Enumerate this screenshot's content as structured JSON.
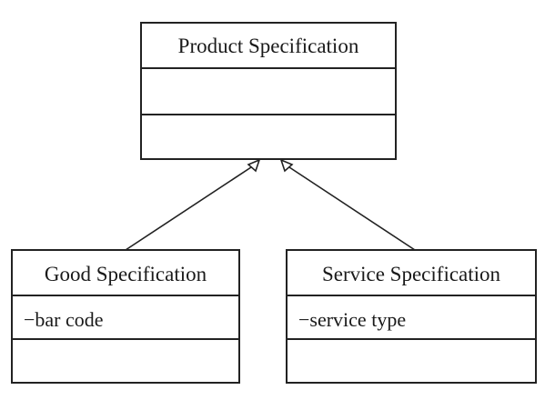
{
  "diagram": {
    "parent": {
      "name": "Product Specification",
      "attributes": [],
      "operations": []
    },
    "children": [
      {
        "name": "Good Specification",
        "attributes": [
          "−bar code"
        ],
        "operations": []
      },
      {
        "name": "Service Specification",
        "attributes": [
          "−service type"
        ],
        "operations": []
      }
    ],
    "relationship": "generalization",
    "colors": {
      "line": "#222222",
      "background": "#ffffff"
    }
  }
}
